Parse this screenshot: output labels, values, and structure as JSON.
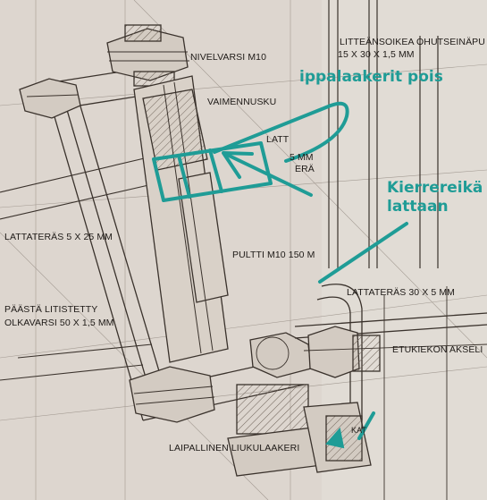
{
  "labels": {
    "nivelvarsi": "NIVELVARSI M10",
    "litteansoikea_1": "LITTEÄNSOIKEA OHUTSEINÄPU",
    "litteansoikea_2": "15 X 30 X 1,5 MM",
    "vaimennusk": "VAIMENNUSKU",
    "latta_partial": "LATT",
    "mm_partial": "5 MM",
    "tera_partial": "ERÄ",
    "lattateras_5x25": "LATTATERÄS 5 X 25 MM",
    "pultti": "PULTTI M10 150 M",
    "lattateras_30x5": "LATTATERÄS 30 X 5 MM",
    "paasta_1": "PÄÄSTÄ LITISTETTY",
    "paasta_2": "OLKAVARSI 50 X 1,5 MM",
    "etukiekon": "ETUKIEKON AKSELI",
    "laipallinen": "LAIPALLINEN  LIUKULAAKERI",
    "partial_bottom": "KAT"
  },
  "annotations": {
    "note_1": "ippalaakerit pois",
    "note_2_line1": "Kierrereikä",
    "note_2_line2": "lattaan"
  },
  "colors": {
    "paper": "#ddd6cf",
    "pencil": "#3a322c",
    "annotation": "#1f9c96"
  }
}
